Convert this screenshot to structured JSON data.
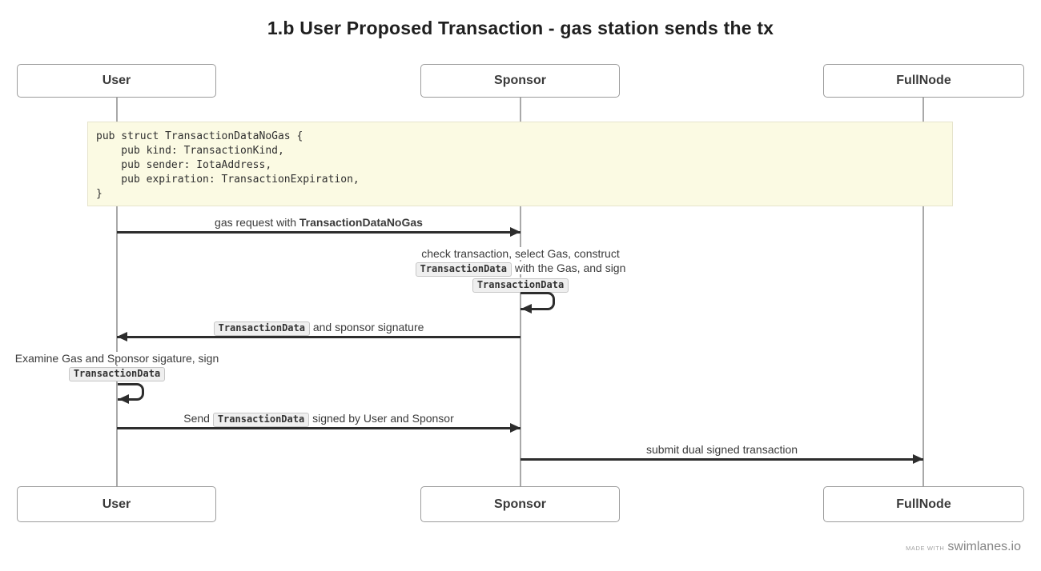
{
  "title": "1.b User Proposed Transaction - gas station sends the tx",
  "actors": {
    "user": "User",
    "sponsor": "Sponsor",
    "fullnode": "FullNode"
  },
  "note": {
    "lines": [
      "pub struct TransactionDataNoGas {",
      "    pub kind: TransactionKind,",
      "    pub sender: IotaAddress,",
      "    pub expiration: TransactionExpiration,",
      "}"
    ]
  },
  "messages": {
    "gas_request": {
      "prefix": "gas request with ",
      "emphasis": "TransactionDataNoGas"
    },
    "sponsor_self": {
      "line1": "check transaction, select Gas, construct",
      "line2_code": "TransactionData",
      "line2_text": " with the Gas, and sign",
      "line3_code": "TransactionData"
    },
    "return_signature": {
      "code": "TransactionData",
      "text": " and sponsor signature"
    },
    "user_self": {
      "line1": "Examine Gas and Sponsor sigature, sign",
      "line2_code": "TransactionData"
    },
    "send_signed": {
      "prefix": "Send ",
      "code": "TransactionData",
      "suffix": " signed by User and Sponsor"
    },
    "submit": {
      "text": "submit dual signed transaction"
    }
  },
  "footer": {
    "made_with": "MADE WITH",
    "brand": "swimlanes.io"
  },
  "colors": {
    "note_background": "#fbfae3",
    "note_border": "#e6e4cc",
    "arrow": "#2d2d2d",
    "lifeline": "#a9a9a9",
    "actor_border": "#9c9c9c",
    "chip_background": "#efefef",
    "chip_border": "#c6c6c6",
    "text": "#3b3b3b"
  }
}
